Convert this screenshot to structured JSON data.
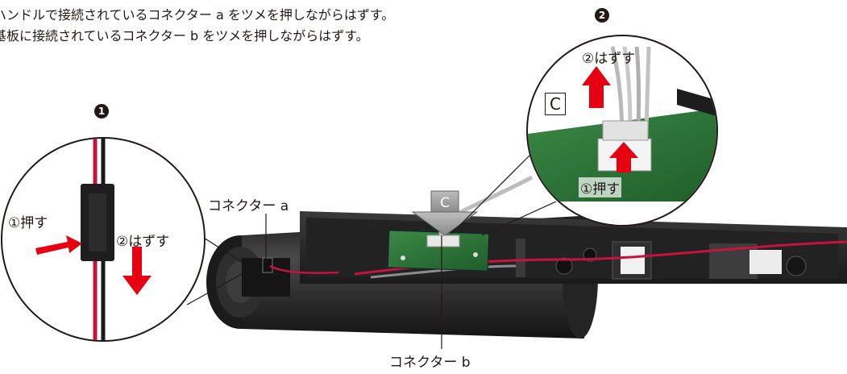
{
  "instructions": {
    "line1": "ハンドルで接続されているコネクター a をツメを押しながらはずす。",
    "line2": "基板に接続されているコネクター b をツメを押しながらはずす。"
  },
  "step1": {
    "number": "1",
    "push_label": "①押す",
    "remove_label": "②はずす"
  },
  "step2": {
    "number": "2",
    "view_label": "C",
    "remove_label": "②はずす",
    "push_label": "①押す"
  },
  "callouts": {
    "connector_a": "コネクター a",
    "connector_b": "コネクター b",
    "view_arrow": "C"
  },
  "colors": {
    "arrow_red": "#e60012",
    "text": "#231815",
    "pcb_green": "#2f7a3a",
    "body_dark": "#2b2b2b"
  }
}
